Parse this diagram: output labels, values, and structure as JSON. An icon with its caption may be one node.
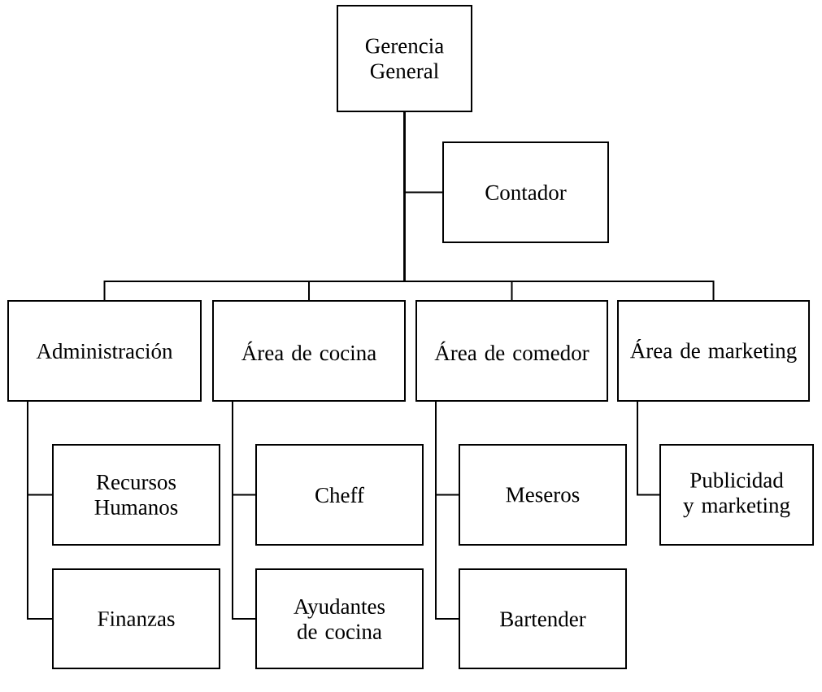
{
  "diagram": {
    "nodes": [
      {
        "text": [
          "Gerencia General"
        ]
      },
      {
        "text": [
          "Contador"
        ]
      },
      {
        "text": [
          "Administración"
        ]
      },
      {
        "text": [
          "Área de cocina"
        ]
      },
      {
        "text": [
          "Área de comedor"
        ]
      },
      {
        "text": [
          "Área de marketing"
        ]
      },
      {
        "text": [
          "Recursos Humanos"
        ]
      },
      {
        "text": [
          "Cheff"
        ]
      },
      {
        "text": [
          "Meseros"
        ]
      },
      {
        "text": [
          "Publicidad y marketing"
        ]
      },
      {
        "text": [
          "Finanzas"
        ]
      },
      {
        "text": [
          "Ayudantes de cocina"
        ]
      },
      {
        "text": [
          "Bartender"
        ]
      }
    ],
    "edges": [
      {
        "from": 0,
        "to": 1,
        "arrow": "none"
      },
      {
        "from": 0,
        "to": 2,
        "arrow": "none"
      },
      {
        "from": 0,
        "to": 3,
        "arrow": "none"
      },
      {
        "from": 0,
        "to": 4,
        "arrow": "none"
      },
      {
        "from": 0,
        "to": 5,
        "arrow": "none"
      },
      {
        "from": 2,
        "to": 6,
        "arrow": "none"
      },
      {
        "from": 2,
        "to": 10,
        "arrow": "none"
      },
      {
        "from": 3,
        "to": 7,
        "arrow": "none"
      },
      {
        "from": 3,
        "to": 11,
        "arrow": "none"
      },
      {
        "from": 4,
        "to": 8,
        "arrow": "none"
      },
      {
        "from": 4,
        "to": 12,
        "arrow": "none"
      },
      {
        "from": 5,
        "to": 9,
        "arrow": "none"
      }
    ]
  }
}
